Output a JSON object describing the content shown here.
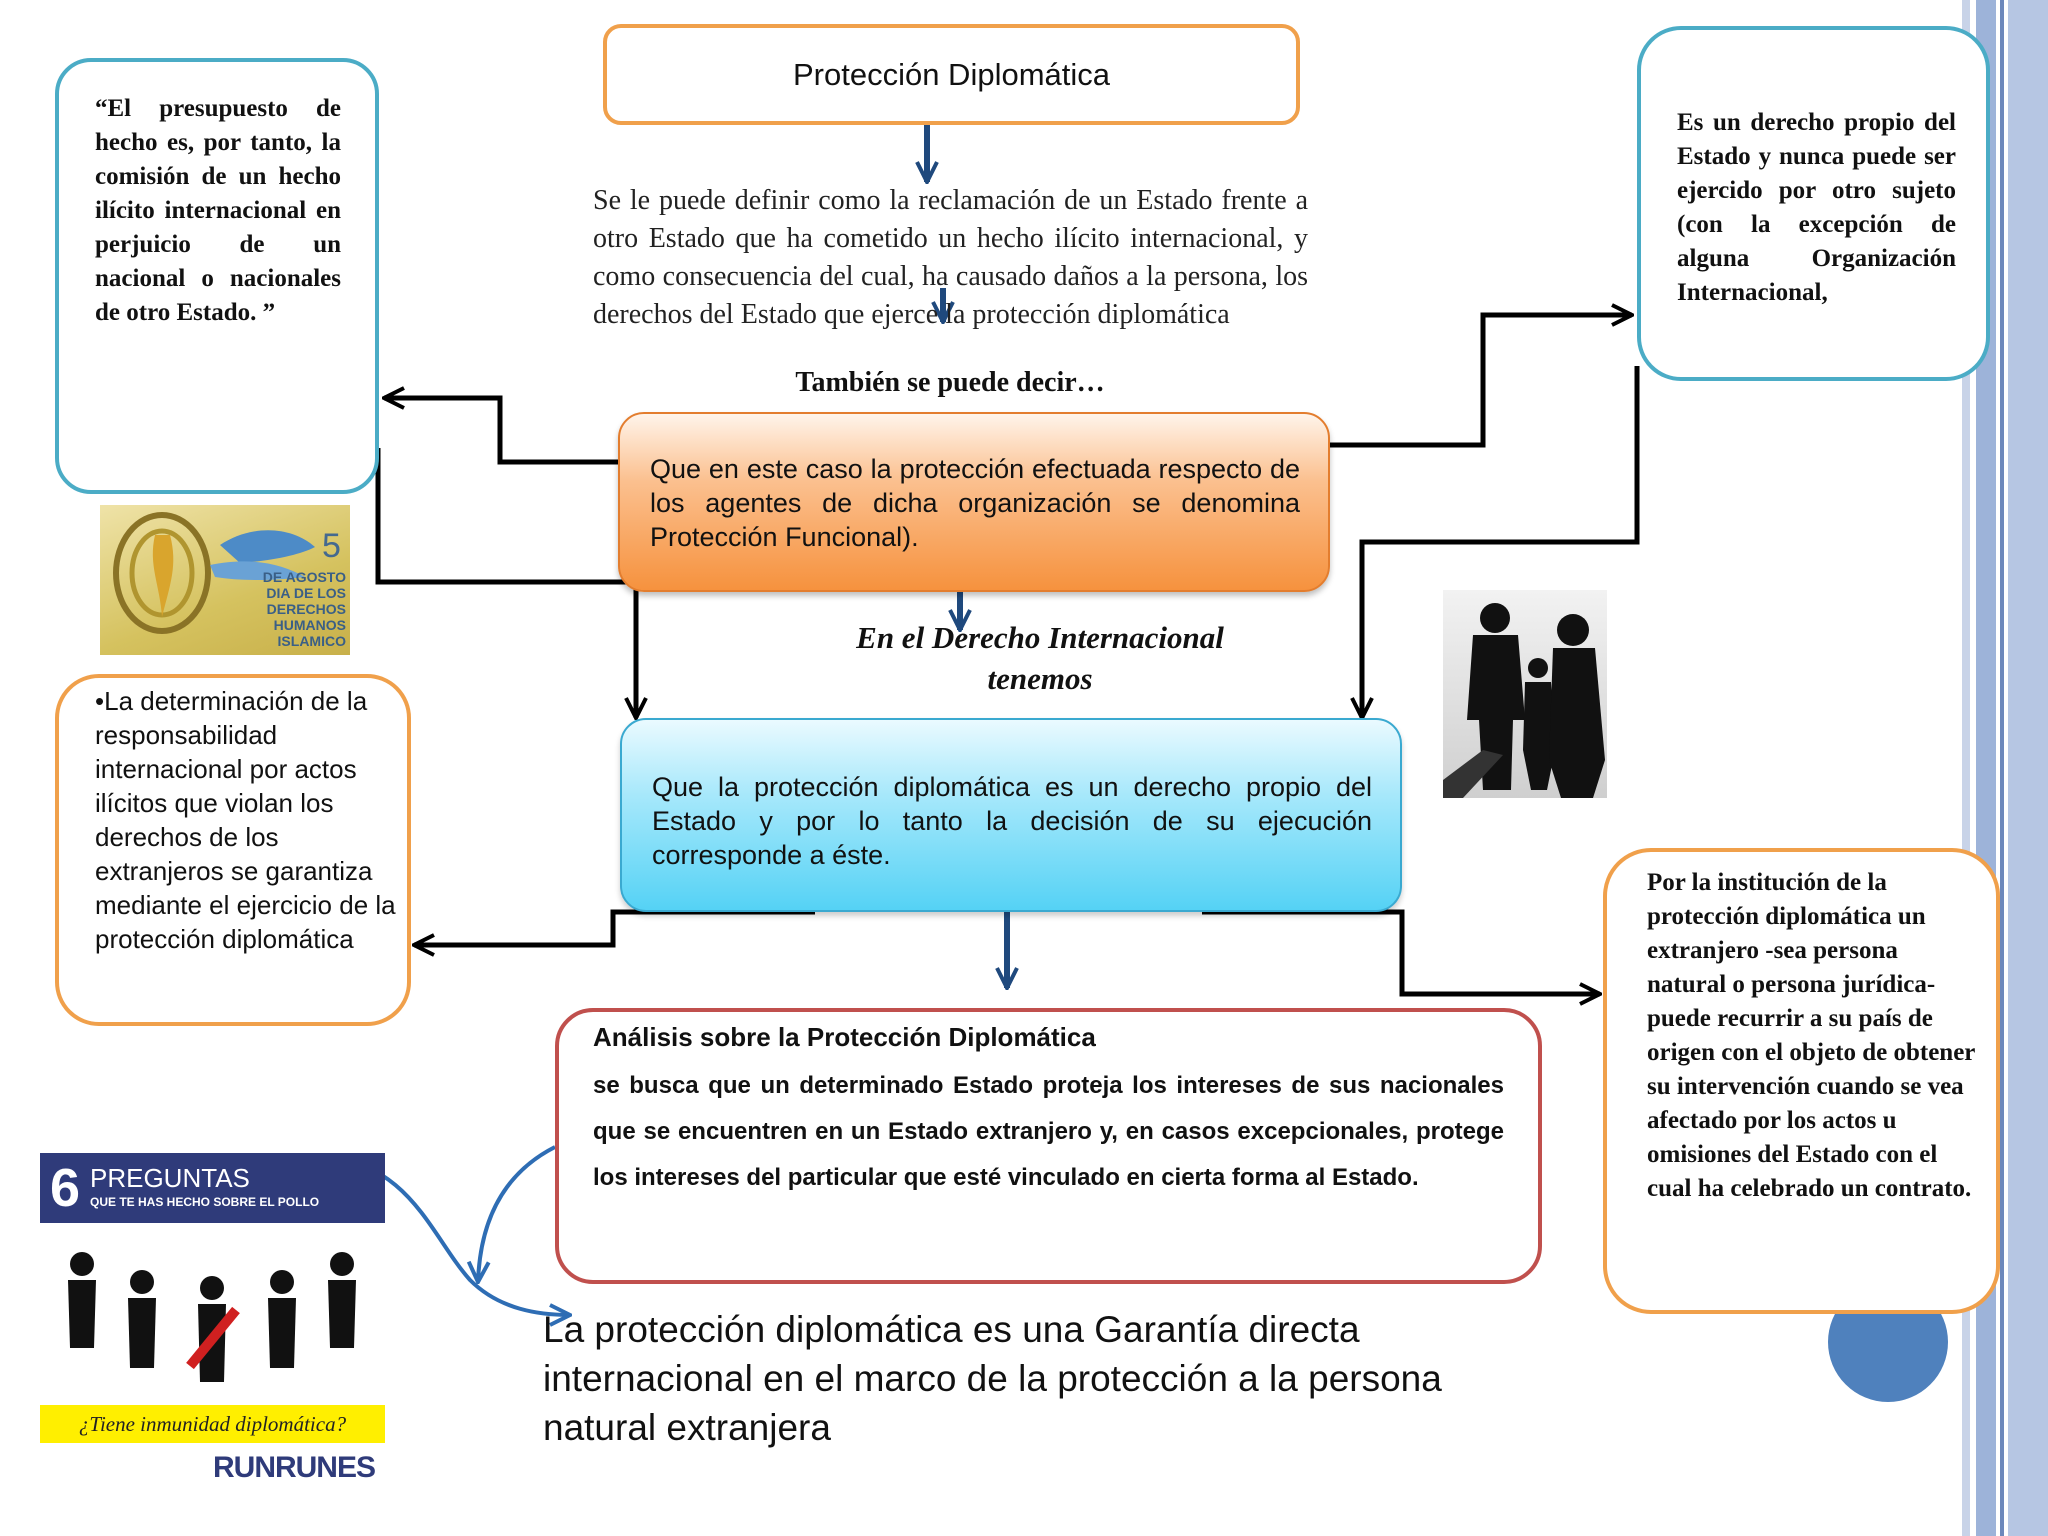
{
  "title": "Protección Diplomática",
  "definition": "Se le puede definir como  la reclamación de un Estado frente a otro Estado que ha cometido un hecho ilícito internacional, y como consecuencia del cual, ha causado daños a la persona, los derechos del Estado que ejerce la protección diplomática",
  "tambien": "También se puede decir…",
  "funcional": "Que en este caso la protección efectuada respecto de los agentes de dicha organización se denomina Protección Funcional).",
  "derecho_heading_1": "En el Derecho Internacional",
  "derecho_heading_2": "tenemos",
  "derecho_propio": "Que la protección diplomática es un derecho propio del Estado y por lo tanto la decisión de su ejecución corresponde a éste.",
  "presupuesto": "“El presupuesto de hecho es, por tanto, la comisión de un hecho ilícito internacional en perjuicio de un nacional o nacionales de otro Estado. ”",
  "derecho_estado": "Es un derecho propio del Estado y nunca puede ser ejercido por otro sujeto (con la excepción de alguna Organización Internacional,",
  "determinacion": "•La determinación de la responsabilidad internacional por actos ilícitos que violan los derechos de los extranjeros se garantiza mediante el ejercicio de la protección diplomática",
  "institucion": "Por la institución de la protección diplomática un extranjero -sea persona natural o persona jurídica- puede recurrir a su país de origen con el objeto de obtener su intervención cuando se vea afectado por los actos u omisiones del Estado con el cual ha celebrado un contrato.",
  "analisis_title": "Análisis sobre la Protección Diplomática",
  "analisis_body": "se busca que un determinado Estado proteja los intereses de sus nacionales que se encuentren en un Estado extranjero y, en casos excepcionales, protege los intereses del particular que esté vinculado en cierta forma al Estado.",
  "garantia": "La  protección diplomática  es una  Garantía directa internacional en el marco de la protección a la persona natural extranjera",
  "images": {
    "logo_badge_number": "5",
    "logo_badge_lines": [
      "DE AGOSTO",
      "DIA DE LOS",
      "DERECHOS",
      "HUMANOS",
      "ISLAMICO"
    ],
    "preguntas_number": "6",
    "preguntas_title": "PREGUNTAS",
    "preguntas_subtitle": "QUE TE HAS HECHO SOBRE EL POLLO",
    "preguntas_question": "¿Tiene inmunidad diplomática?",
    "preguntas_brand": "RUNRUNES"
  },
  "colors": {
    "orange_border": "#F0A04B",
    "teal_border": "#4BACC6",
    "red_border": "#C0504D",
    "arrow_blue": "#1F497D",
    "stripe_blue": "#9DB3D9",
    "circle_blue": "#4F81BD",
    "cyan_fill": "#63D6F6",
    "orange_fill": "#F79646"
  }
}
